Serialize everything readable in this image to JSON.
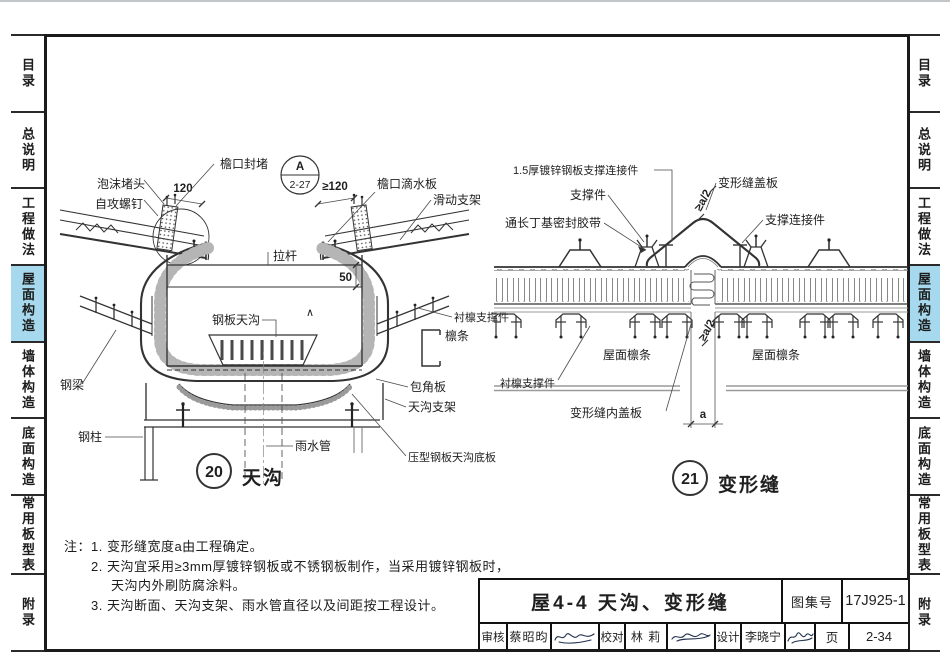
{
  "page": {
    "accent_color": "#a6d9ee",
    "line_color": "#333333"
  },
  "sidebar": {
    "tabs": [
      "目录",
      "总说明",
      "工程做法",
      "屋面构造",
      "墙体构造",
      "底面构造",
      "常用板型表",
      "附录"
    ],
    "active_index": 3
  },
  "gutter": {
    "number": "20",
    "caption": "天沟",
    "ref": {
      "letter": "A",
      "sheet": "2-27"
    },
    "dims": {
      "d120": "120",
      "ge120": "≥120",
      "d50": "50"
    },
    "slope_mark": "∧",
    "labels": {
      "foam_plug": "泡沫堵头",
      "self_tapping_screw": "自攻螺钉",
      "eave_closure": "檐口封堵",
      "eave_drip_plate": "檐口滴水板",
      "sliding_bracket": "滑动支架",
      "tie_rod": "拉杆",
      "steel_gutter": "钢板天沟",
      "liner_purlin_support": "衬檩支撑件",
      "purlin": "檩条",
      "corner_trim": "包角板",
      "gutter_bracket": "天沟支架",
      "rain_pipe": "雨水管",
      "profiled_gutter_bottom": "压型钢板天沟底板",
      "steel_beam": "钢梁",
      "steel_column": "钢柱"
    }
  },
  "joint": {
    "number": "21",
    "caption": "变形缝",
    "dims": {
      "half_gap": "≥a/2",
      "gap": "a"
    },
    "labels": {
      "support_connector_15": "1.5厚镀锌钢板支撑连接件",
      "support": "支撑件",
      "butyl_tape": "通长丁基密封胶带",
      "joint_cover": "变形缝盖板",
      "support_connector": "支撑连接件",
      "liner_purlin_support": "衬檩支撑件",
      "roof_purlin_left": "屋面檩条",
      "roof_purlin_right": "屋面檩条",
      "inner_cover": "变形缝内盖板"
    }
  },
  "notes": {
    "line1": "注：1. 变形缝宽度a由工程确定。",
    "line2": "2. 天沟宜采用≥3mm厚镀锌钢板或不锈钢板制作，当采用镀锌钢板时，",
    "line3": "天沟内外刷防腐涂料。",
    "line4": "3. 天沟断面、天沟支架、雨水管直径以及间距按工程设计。"
  },
  "titleblock": {
    "sheet_title": "屋4-4 天沟、变形缝",
    "atlas_label": "图集号",
    "atlas_no": "17J925-1",
    "page_label": "页",
    "page_no": "2-34",
    "review_label": "审核",
    "reviewer": "蔡昭昀",
    "proof_label": "校对",
    "proofer": "林 莉",
    "design_label": "设计",
    "designer": "李晓宁"
  }
}
